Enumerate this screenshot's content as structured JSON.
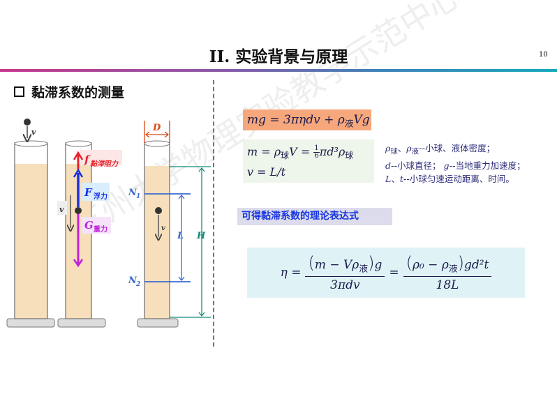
{
  "header": {
    "title": "II. 实验背景与原理",
    "page_number": "10"
  },
  "section": {
    "title": "黏滞系数的测量"
  },
  "diagram": {
    "v1": "v",
    "v2": "v",
    "v3": "v",
    "f_label": "f",
    "f_sub": "黏滞阻力",
    "F_label": "F",
    "F_sub": "浮力",
    "G_label": "G",
    "G_sub": "重力",
    "D": "D",
    "N1": "N",
    "N1_sub": "1",
    "N2": "N",
    "N2_sub": "2",
    "L": "L",
    "H": "H"
  },
  "equations": {
    "eq1": {
      "lhs": "mg = 3πηdv + ρ",
      "sub": "液",
      "tail": "Vg"
    },
    "eq2": {
      "a": "m = ρ",
      "sub1": "球",
      "b": "V = ",
      "num": "1",
      "den": "6",
      "c": "πd³ρ",
      "sub2": "球",
      "line2": "v = L/t"
    },
    "eq3": {
      "eta": "η =",
      "n1a": "m − Vρ",
      "n1sub": "液",
      "n1b": "g",
      "d1": "3πdv",
      "eq": "=",
      "n2a": "ρ₀ − ρ",
      "n2sub": "液",
      "n2b": "gd²t",
      "d2": "18L"
    }
  },
  "legend": {
    "line1_sym1": "ρ",
    "line1_sub1": "球",
    "line1_sep": "、",
    "line1_sym2": "ρ",
    "line1_sub2": "液",
    "line1_text": "--小球、液体密度；",
    "line2_sym1": "d",
    "line2_text1": "--小球直径；",
    "line2_sym2": "g",
    "line2_text2": "--当地重力加速度；",
    "line3_sym1": "L",
    "line3_sep": "、",
    "line3_sym2": "t",
    "line3_text": "--小球匀速运动距离、时间。"
  },
  "result_label": "可得黏滞系数的理论表达式",
  "watermark": "苏州大学物理实验教学示范中心",
  "colors": {
    "orange_box": "#f6a77c",
    "cyan_box": "#dff3f7",
    "red": "#e8202a",
    "blue": "#1a2fe0",
    "magenta": "#c020d8",
    "teal": "#138a7a"
  }
}
